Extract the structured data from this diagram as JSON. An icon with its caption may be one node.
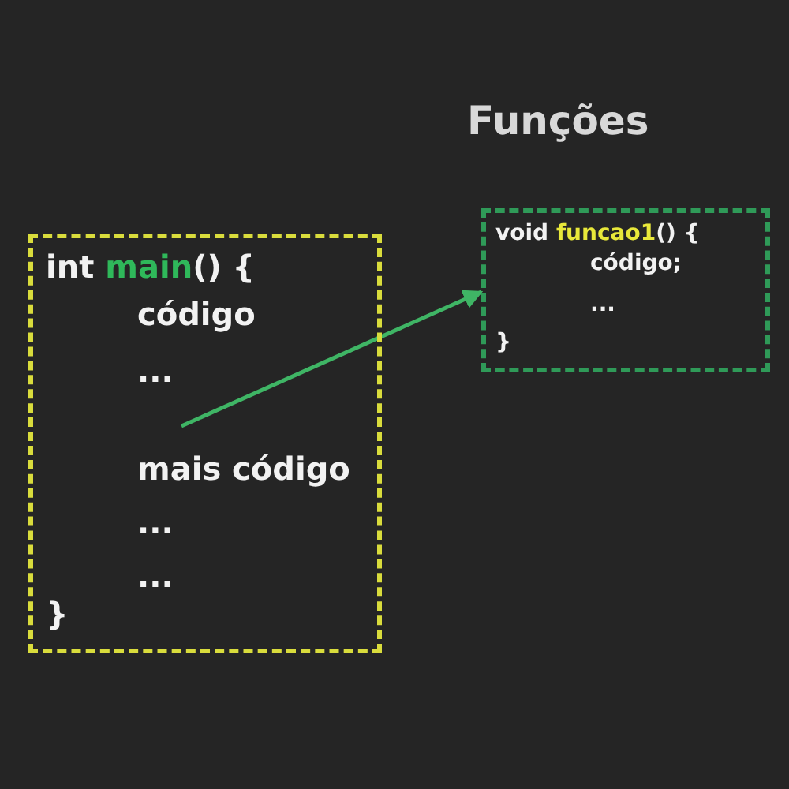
{
  "diagram": {
    "title": "Funções",
    "nodes": [
      {
        "text": [
          "int main() {",
          "código",
          "...",
          "mais código",
          "...",
          "...",
          "}"
        ]
      },
      {
        "text": [
          "void funcao1() {",
          "código;",
          "...",
          "}"
        ]
      }
    ],
    "edges": [
      {
        "from": 0,
        "to": 1,
        "arrow": "to"
      }
    ]
  }
}
